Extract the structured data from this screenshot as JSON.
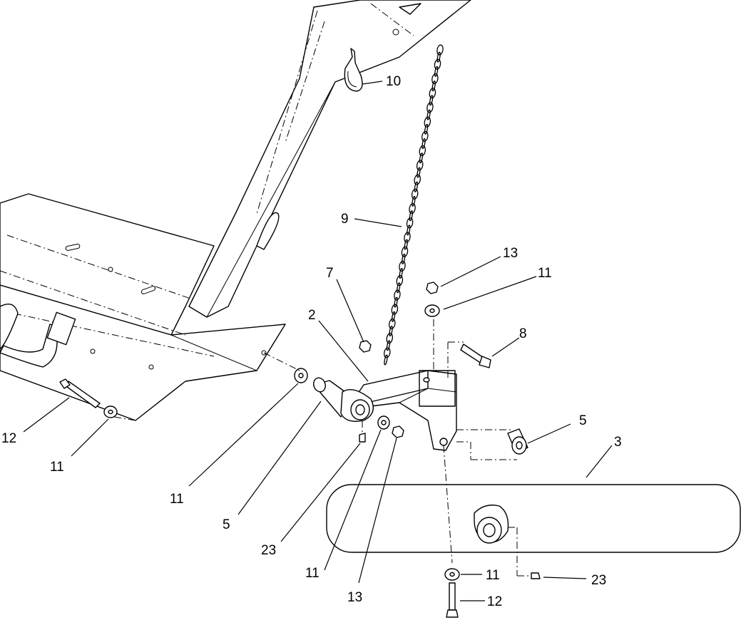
{
  "callouts": {
    "c10": "10",
    "c9": "9",
    "c13_top": "13",
    "c11_top": "11",
    "c7": "7",
    "c2": "2",
    "c8": "8",
    "c5_right": "5",
    "c3": "3",
    "c12_left": "12",
    "c11_left": "11",
    "c11_mid": "11",
    "c5_mid": "5",
    "c23_mid": "23",
    "c11_low": "11",
    "c13_low": "13",
    "c11_bottom": "11",
    "c23_right": "23",
    "c12_bottom": "12"
  }
}
